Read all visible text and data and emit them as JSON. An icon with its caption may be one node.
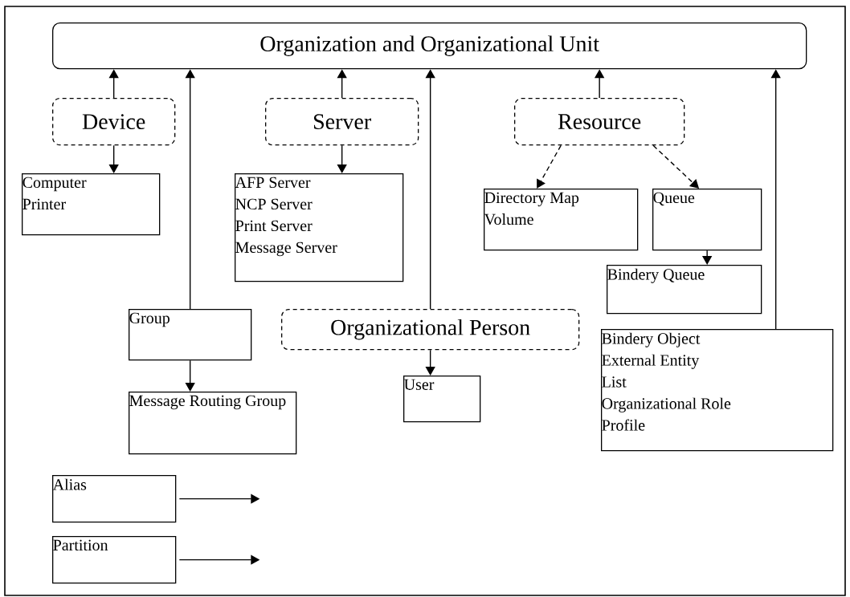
{
  "diagram": {
    "nodes": [
      {
        "text": [
          "Organization and Organizational Unit"
        ]
      },
      {
        "text": [
          "Device"
        ]
      },
      {
        "text": [
          "Computer",
          "Printer"
        ]
      },
      {
        "text": [
          "Server"
        ]
      },
      {
        "text": [
          "AFP Server",
          "NCP Server",
          "Print Server",
          "Message Server"
        ]
      },
      {
        "text": [
          "Resource"
        ]
      },
      {
        "text": [
          "Directory Map",
          "Volume"
        ]
      },
      {
        "text": [
          "Queue"
        ]
      },
      {
        "text": [
          "Bindery Queue"
        ]
      },
      {
        "text": [
          "Group"
        ]
      },
      {
        "text": [
          "Organizational Person"
        ]
      },
      {
        "text": [
          "Message Routing Group"
        ]
      },
      {
        "text": [
          "User"
        ]
      },
      {
        "text": [
          "Bindery Object",
          "External Entity",
          "List",
          "Organizational Role",
          "Profile"
        ]
      },
      {
        "text": [
          "Alias"
        ]
      },
      {
        "text": [
          "Partition"
        ]
      }
    ],
    "edges": [
      {
        "from": 1,
        "to": 0,
        "arrow": "to"
      },
      {
        "from": 1,
        "to": 2,
        "arrow": "to"
      },
      {
        "from": 9,
        "to": 0,
        "arrow": "to"
      },
      {
        "from": 3,
        "to": 0,
        "arrow": "to"
      },
      {
        "from": 3,
        "to": 4,
        "arrow": "to"
      },
      {
        "from": 10,
        "to": 0,
        "arrow": "to"
      },
      {
        "from": 5,
        "to": 0,
        "arrow": "to"
      },
      {
        "from": 5,
        "to": 6,
        "arrow": "to",
        "style": "dashed"
      },
      {
        "from": 5,
        "to": 7,
        "arrow": "to",
        "style": "dashed"
      },
      {
        "from": 7,
        "to": 8,
        "arrow": "to"
      },
      {
        "from": 13,
        "to": 0,
        "arrow": "to"
      },
      {
        "from": 9,
        "to": 11,
        "arrow": "to"
      },
      {
        "from": 10,
        "to": 12,
        "arrow": "to"
      },
      {
        "from": 14,
        "to": null,
        "arrow": "to"
      },
      {
        "from": 15,
        "to": null,
        "arrow": "to"
      }
    ]
  }
}
